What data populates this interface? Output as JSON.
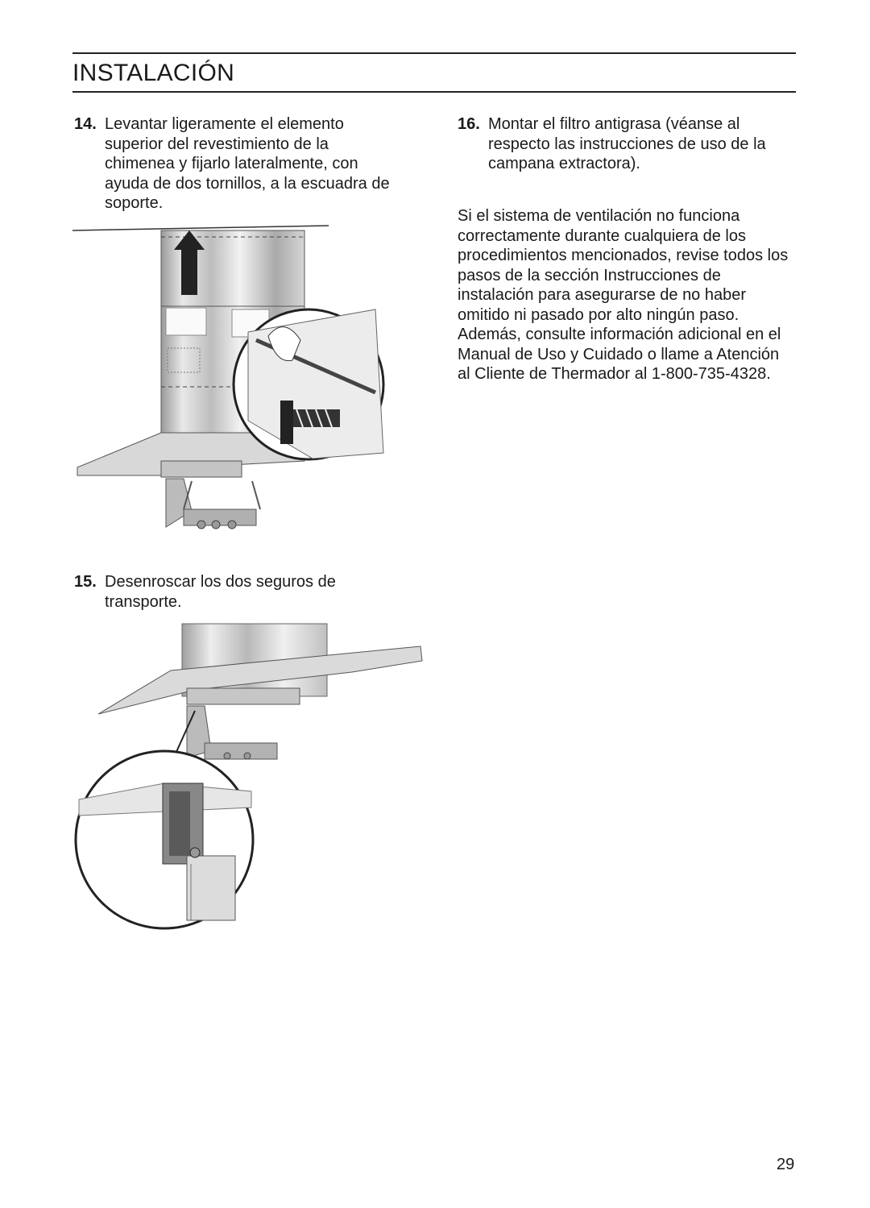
{
  "header": {
    "title": "INSTALACIÓN"
  },
  "steps": [
    {
      "number": "14.",
      "text": "Levantar ligeramente el elemento superior del revestimiento de la chimenea y fijarlo lateralmente, con ayuda de dos tornillos, a la escuadra de soporte."
    },
    {
      "number": "15.",
      "text": "Desenroscar los dos seguros de transporte."
    },
    {
      "number": "16.",
      "text": "Montar el filtro antigrasa (véanse al respecto las instrucciones de uso de la campana extractora)."
    }
  ],
  "note": "Si el sistema de ventilación no funciona correctamente durante cualquiera de los procedimientos mencionados, revise todos los pasos de la sección Instrucciones de instalación para asegurarse de no haber omitido ni pasado por alto ningún paso. Además, consulte información adicional en el Manual de Uso y Cuidado o llame a Atención al Cliente de Thermador al 1-800-735-4328.",
  "footer": {
    "page_number": "29"
  }
}
